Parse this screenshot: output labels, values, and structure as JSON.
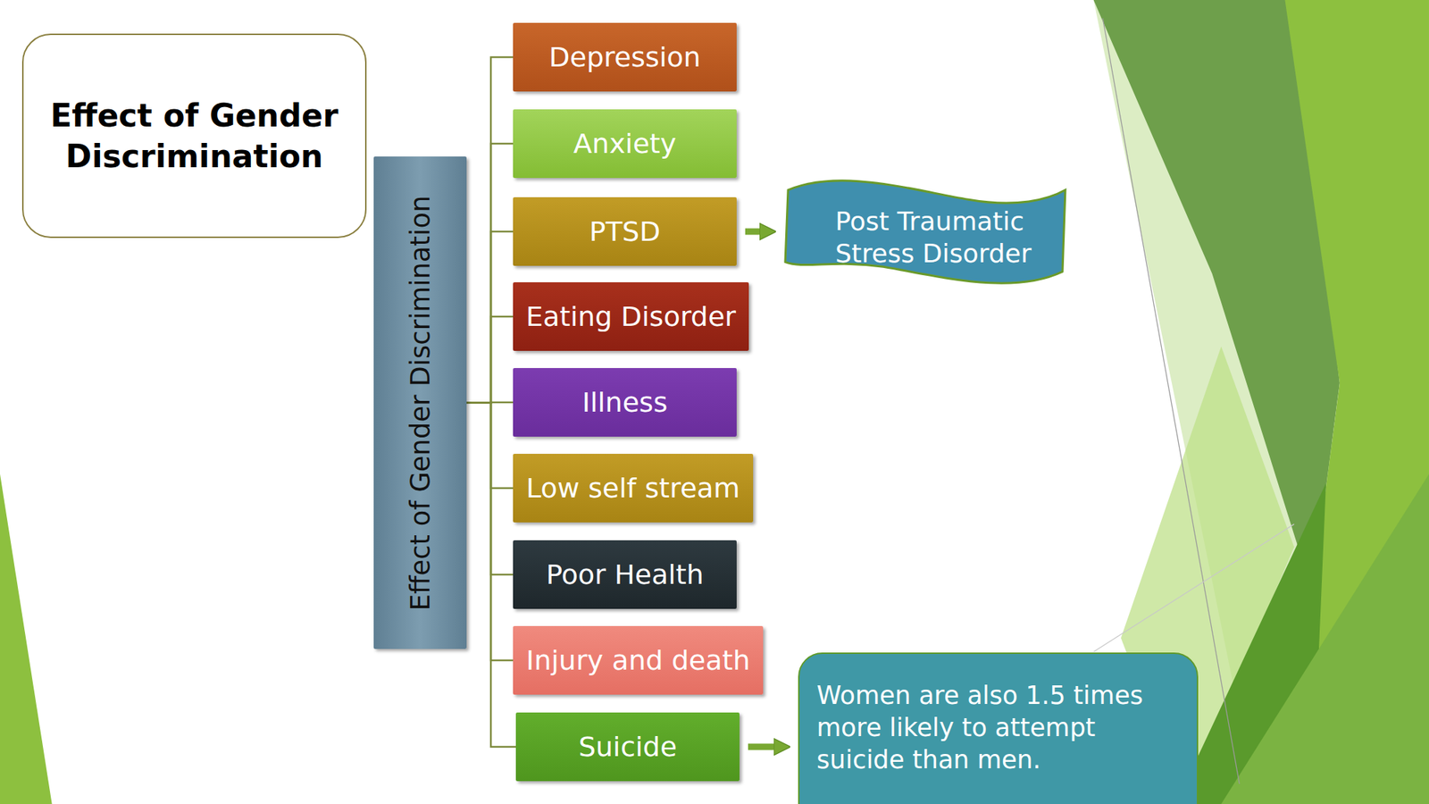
{
  "diagram": {
    "title": "Effect of Gender Discrimination",
    "nodes": [
      {
        "text": [
          "Effect of Gender Discrimination"
        ]
      },
      {
        "text": [
          "Depression"
        ]
      },
      {
        "text": [
          "Anxiety"
        ]
      },
      {
        "text": [
          "PTSD"
        ]
      },
      {
        "text": [
          "Post Traumatic Stress Disorder"
        ]
      },
      {
        "text": [
          "Eating Disorder"
        ]
      },
      {
        "text": [
          "Illness"
        ]
      },
      {
        "text": [
          "Low self stream"
        ]
      },
      {
        "text": [
          "Poor Health"
        ]
      },
      {
        "text": [
          "Injury and death"
        ]
      },
      {
        "text": [
          "Suicide"
        ]
      },
      {
        "text": [
          "Women are also 1.5 times more likely to attempt suicide than men."
        ]
      }
    ],
    "edges": [
      {
        "from": 0,
        "to": 1,
        "arrow": "none"
      },
      {
        "from": 0,
        "to": 2,
        "arrow": "none"
      },
      {
        "from": 0,
        "to": 3,
        "arrow": "none"
      },
      {
        "from": 0,
        "to": 5,
        "arrow": "none"
      },
      {
        "from": 0,
        "to": 6,
        "arrow": "none"
      },
      {
        "from": 0,
        "to": 7,
        "arrow": "none"
      },
      {
        "from": 0,
        "to": 8,
        "arrow": "none"
      },
      {
        "from": 0,
        "to": 9,
        "arrow": "none"
      },
      {
        "from": 0,
        "to": 10,
        "arrow": "none"
      },
      {
        "from": 3,
        "to": 4,
        "arrow": "to"
      },
      {
        "from": 10,
        "to": 11,
        "arrow": "to"
      }
    ]
  }
}
